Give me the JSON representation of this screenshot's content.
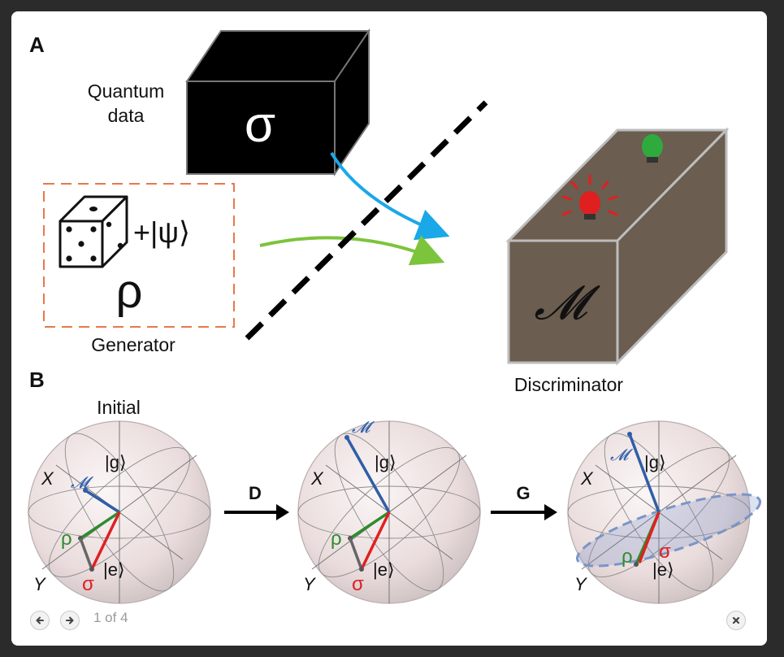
{
  "figure": {
    "panel_a": {
      "label": "A",
      "quantum_data_line1": "Quantum",
      "quantum_data_line2": "data",
      "sigma": "σ",
      "ket_psi": "+|ψ⟩",
      "rho": "ρ",
      "generator": "Generator",
      "m_symbol": "𝓜",
      "discriminator": "Discriminator"
    },
    "panel_b": {
      "label": "B",
      "initial": "Initial",
      "arrow_d": "D",
      "arrow_g": "G",
      "sphere_labels": {
        "x": "X",
        "y": "Y",
        "g": "|g⟩",
        "e": "|e⟩",
        "m": "𝓜",
        "rho": "ρ",
        "sigma": "σ"
      }
    }
  },
  "nav": {
    "counter": "1 of 4"
  },
  "colors": {
    "m_vector": "#2e5ea8",
    "rho_vector": "#2e8b2e",
    "sigma_vector": "#e02020",
    "arrow_blue": "#1aa8e8",
    "arrow_green": "#7cc43c",
    "box_brown": "#6b5d4f",
    "dashed_orange": "#e8784a"
  }
}
